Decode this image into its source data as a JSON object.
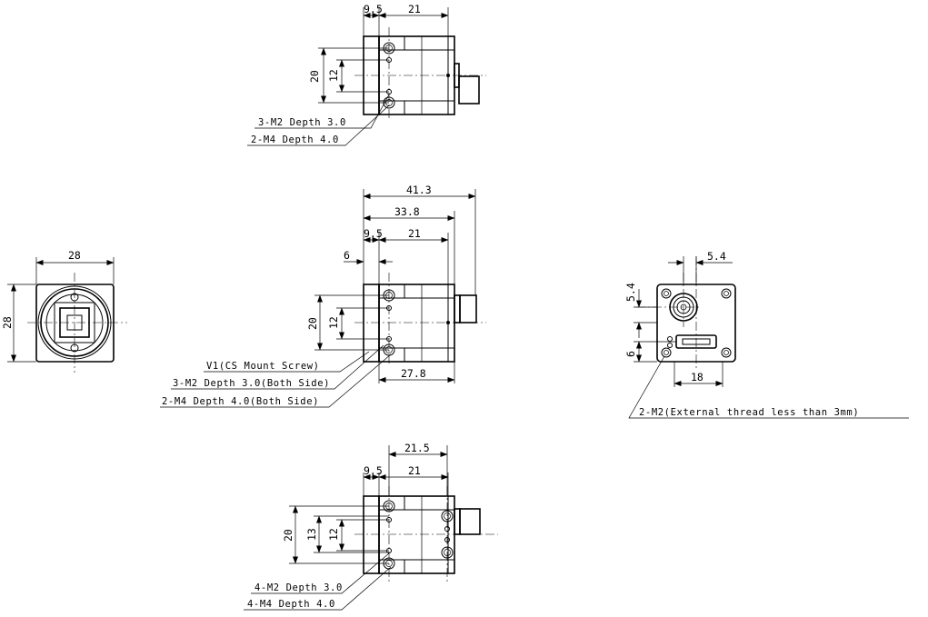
{
  "top_view": {
    "dims": {
      "d9_5": "9.5",
      "d21": "21",
      "d20": "20",
      "d12": "12"
    },
    "notes": [
      "3-M2 Depth 3.0",
      "2-M4 Depth 4.0"
    ]
  },
  "front_view": {
    "dims": {
      "d28_h": "28",
      "d28_v": "28"
    }
  },
  "side_view": {
    "dims": {
      "d41_3": "41.3",
      "d33_8": "33.8",
      "d9_5": "9.5",
      "d21": "21",
      "d6": "6",
      "d20": "20",
      "d12": "12",
      "d27_8": "27.8"
    },
    "notes": [
      "V1(CS Mount Screw)",
      "3-M2 Depth 3.0(Both Side)",
      "2-M4 Depth 4.0(Both Side)"
    ]
  },
  "rear_view": {
    "dims": {
      "d5_4_h": "5.4",
      "d5_4_v": "5.4",
      "d6": "6",
      "d18": "18"
    },
    "notes": [
      "2-M2(External thread less than 3mm)"
    ]
  },
  "bottom_view": {
    "dims": {
      "d21_5": "21.5",
      "d9_5": "9.5",
      "d21": "21",
      "d20": "20",
      "d13": "13",
      "d12": "12"
    },
    "notes": [
      "4-M2 Depth 3.0",
      "4-M4 Depth 4.0"
    ]
  }
}
